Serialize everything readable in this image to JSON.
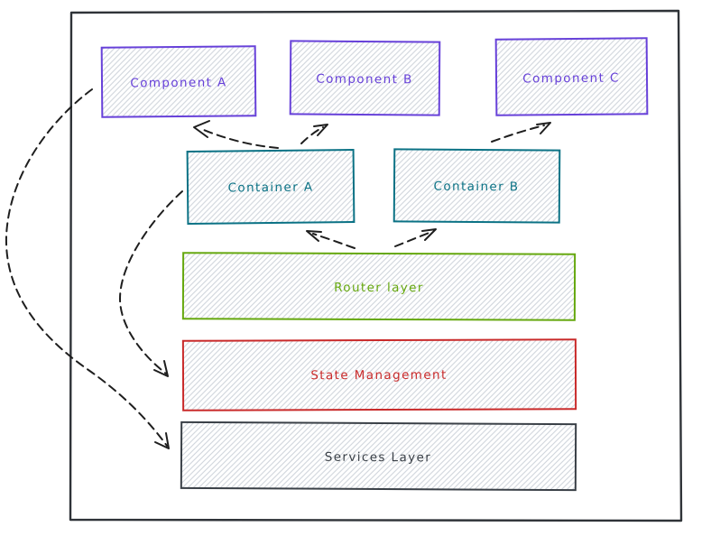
{
  "diagram": {
    "title": "",
    "boxes": {
      "component_a": {
        "label": "Component A",
        "color": "#6741d9"
      },
      "component_b": {
        "label": "Component B",
        "color": "#6741d9"
      },
      "component_c": {
        "label": "Component C",
        "color": "#6741d9"
      },
      "container_a": {
        "label": "Container A",
        "color": "#0b7285"
      },
      "container_b": {
        "label": "Container B",
        "color": "#0b7285"
      },
      "router_layer": {
        "label": "Router layer",
        "color": "#66a80f"
      },
      "state_management": {
        "label": "State Management",
        "color": "#c92a2a"
      },
      "services_layer": {
        "label": "Services Layer",
        "color": "#3a4047"
      }
    },
    "edges": [
      {
        "from": "container_a",
        "to": "component_a",
        "style": "dashed-arrow"
      },
      {
        "from": "container_a",
        "to": "component_b",
        "style": "dashed-arrow"
      },
      {
        "from": "container_b",
        "to": "component_c",
        "style": "dashed-arrow"
      },
      {
        "from": "router_layer",
        "to": "container_a",
        "style": "dashed-arrow"
      },
      {
        "from": "router_layer",
        "to": "container_b",
        "style": "dashed-arrow"
      },
      {
        "from": "component_a",
        "to": "services_layer",
        "style": "dashed-curved-arrow"
      },
      {
        "from": "container_a",
        "to": "state_management",
        "style": "dashed-curved-arrow"
      }
    ],
    "colors": {
      "violet": "#6741d9",
      "teal": "#0b7285",
      "green": "#66a80f",
      "red": "#c92a2a",
      "dark": "#3a4047",
      "arrow": "#1e1e1e",
      "hatch": "#cfd4db",
      "frame": "#2f3338",
      "background": "#ffffff"
    }
  }
}
